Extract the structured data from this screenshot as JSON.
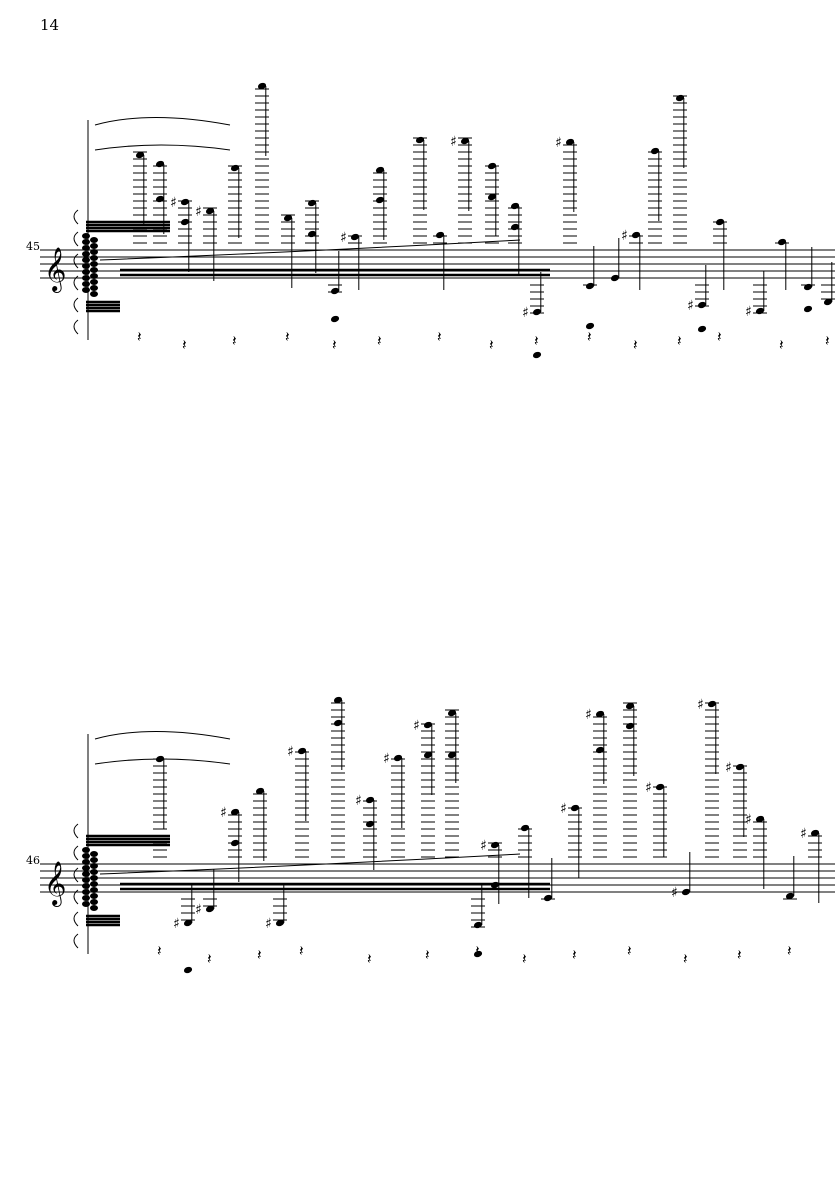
{
  "page": {
    "page_number": "14"
  },
  "systems": [
    {
      "measure_number": "45",
      "clef": "treble-clef"
    },
    {
      "measure_number": "46",
      "clef": "treble-clef"
    }
  ],
  "colors": {
    "ink": "#000000",
    "paper": "#ffffff"
  }
}
